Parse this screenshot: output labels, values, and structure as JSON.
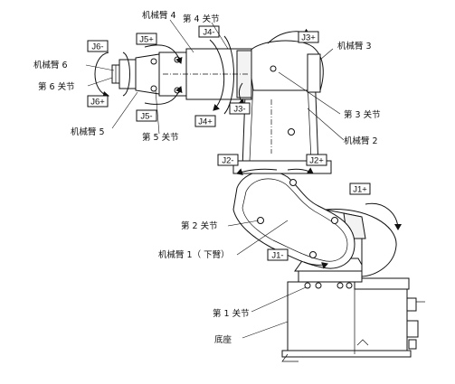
{
  "parts": {
    "arm4": "机械臂 4",
    "joint4": "第 4 关节",
    "arm3": "机械臂 3",
    "arm6": "机械臂 6",
    "joint6": "第 6 关节",
    "joint3": "第 3 关节",
    "arm5": "机械臂 5",
    "joint5": "第 5 关节",
    "arm2": "机械臂 2",
    "joint2": "第 2 关节",
    "arm1": "机械臂 1（ 下臂）",
    "joint1": "第 1 关节",
    "base": "底座"
  },
  "joint_tags": {
    "j6_minus": "J6-",
    "j5_plus": "J5+",
    "j4_minus": "J4-",
    "j3_plus": "J3+",
    "j6_plus": "J6+",
    "j5_minus": "J5-",
    "j4_plus": "J4+",
    "j3_minus": "J3-",
    "j2_minus": "J2-",
    "j2_plus": "J2+",
    "j1_plus": "J1+",
    "j1_minus": "J1-"
  }
}
